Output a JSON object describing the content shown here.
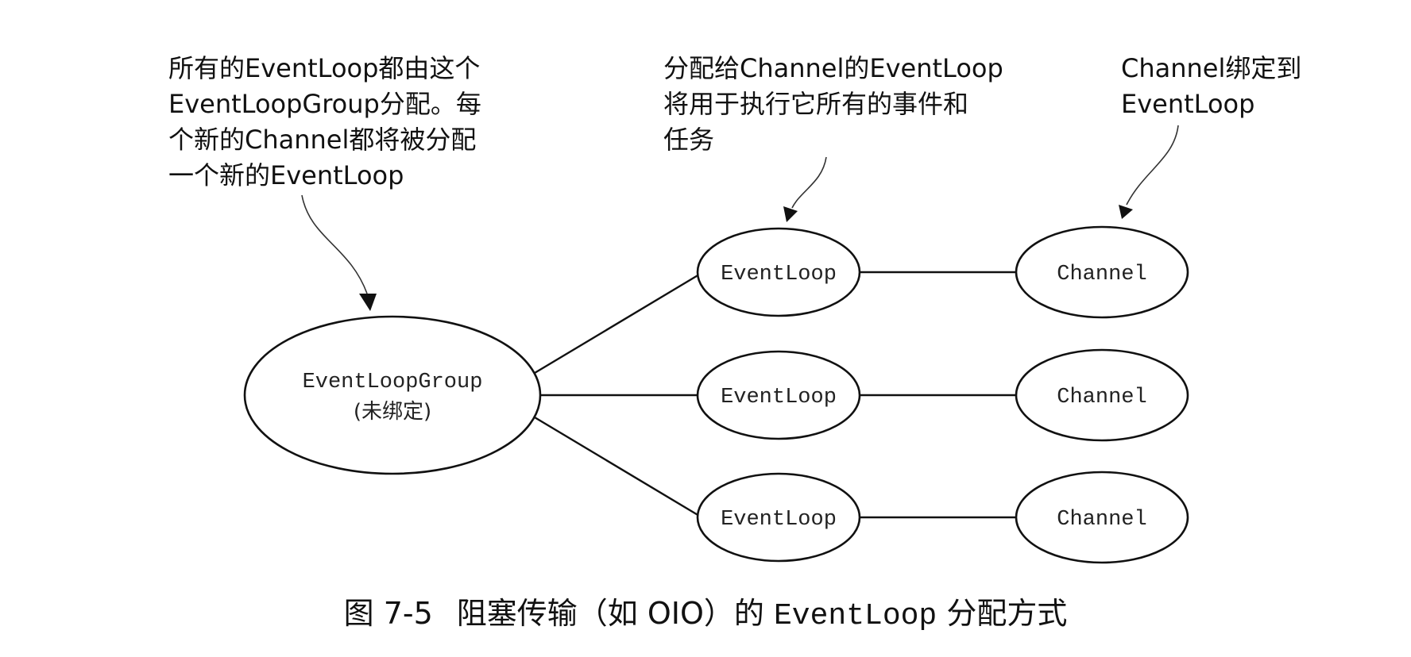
{
  "annotations": {
    "group_note": "所有的EventLoop都由这个\nEventLoopGroup分配。每\n个新的Channel都将被分配\n一个新的EventLoop",
    "eventloop_note": "分配给Channel的EventLoop\n将用于执行它所有的事件和\n任务",
    "channel_note": "Channel绑定到\nEventLoop"
  },
  "nodes": {
    "group": {
      "label": "EventLoopGroup",
      "sublabel": "(未绑定)"
    },
    "eventloops": [
      {
        "label": "EventLoop"
      },
      {
        "label": "EventLoop"
      },
      {
        "label": "EventLoop"
      }
    ],
    "channels": [
      {
        "label": "Channel"
      },
      {
        "label": "Channel"
      },
      {
        "label": "Channel"
      }
    ]
  },
  "caption": {
    "figure_number": "图 7-5",
    "text_before": "阻塞传输（如 OIO）的",
    "code": "EventLoop",
    "text_after": "分配方式"
  }
}
